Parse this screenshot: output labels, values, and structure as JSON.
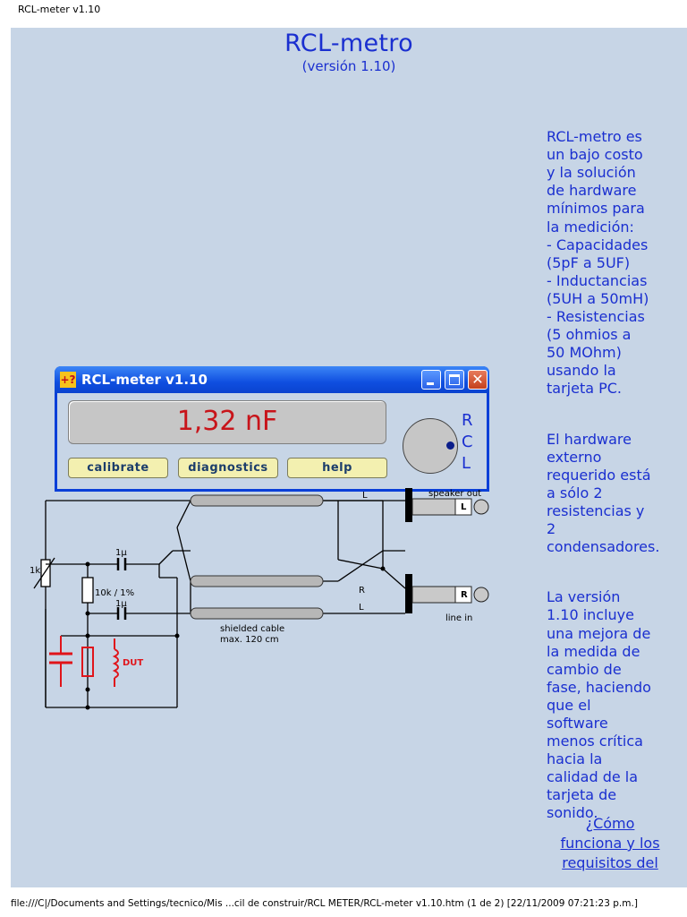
{
  "print_header": "RCL-meter v1.10",
  "title": "RCL-metro",
  "subtitle": "(versión 1.10)",
  "side_text": {
    "p1": "RCL-metro es\nun bajo costo\ny la solución\nde hardware\nmínimos para\nla medición:\n- Capacidades\n(5pF a 5UF)\n- Inductancias\n(5UH a 50mH)\n- Resistencias\n(5 ohmios a\n50 MOhm)\nusando la\ntarjeta PC.",
    "p2": "El hardware\nexterno\nrequerido está\na sólo 2\nresistencias y\n2\ncondensadores.",
    "p3": "La versión\n1.10 incluye\nuna mejora de\nla medida de\ncambio de\nfase, haciendo\nque el\nsoftware\nmenos crítica\nhacia la\ncalidad de la\ntarjeta de\nsonido."
  },
  "link_text": "¿Cómo\nfunciona y los\nrequisitos del",
  "app": {
    "icon_glyph": "+?",
    "title": "RCL-meter v1.10",
    "reading": "1,32 nF",
    "buttons": {
      "calibrate": "calibrate",
      "diagnostics": "diagnostics",
      "help": "help"
    },
    "selector": {
      "r": "R",
      "c": "C",
      "l": "L",
      "selected": "C"
    },
    "close_glyph": "✕"
  },
  "circuit": {
    "r1": "1k",
    "c1": "1µ",
    "r2": "10k / 1%",
    "c2": "1µ",
    "dut": "DUT",
    "cable": "shielded cable",
    "cable_len": "max. 120 cm",
    "speaker": "speaker out",
    "line_in": "line in",
    "l1": "L",
    "r_label": "R",
    "l2": "L",
    "jack1": "L",
    "jack2": "R"
  },
  "footer": "file:///C|/Documents and Settings/tecnico/Mis ...cil de construir/RCL METER/RCL-meter v1.10.htm (1 de 2) [22/11/2009 07:21:23 p.m.]"
}
